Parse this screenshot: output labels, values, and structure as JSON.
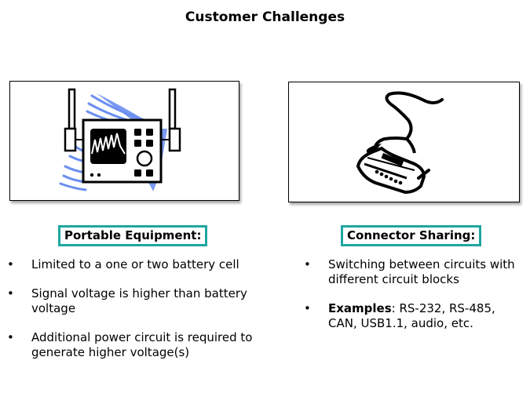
{
  "slide": {
    "title": "Customer Challenges"
  },
  "left_panel": {
    "image_icon": "portable-oscilloscope-icon",
    "label": "Portable Equipment:",
    "bullets": [
      {
        "text": "Limited to a one or two battery cell"
      },
      {
        "text": "Signal voltage is higher than battery voltage"
      },
      {
        "text": "Additional power circuit is required to generate higher voltage(s)"
      }
    ]
  },
  "right_panel": {
    "image_icon": "modem-connector-icon",
    "label": "Connector Sharing:",
    "bullets": [
      {
        "text": "Switching between circuits with different circuit blocks"
      },
      {
        "bold": "Examples",
        "text": ": RS-232, RS-485, CAN, USB1.1, audio, etc."
      }
    ]
  },
  "bullet_glyph": "•",
  "colors": {
    "label_border": "#1fa6a0",
    "wave_accent": "#6b8ef0"
  }
}
